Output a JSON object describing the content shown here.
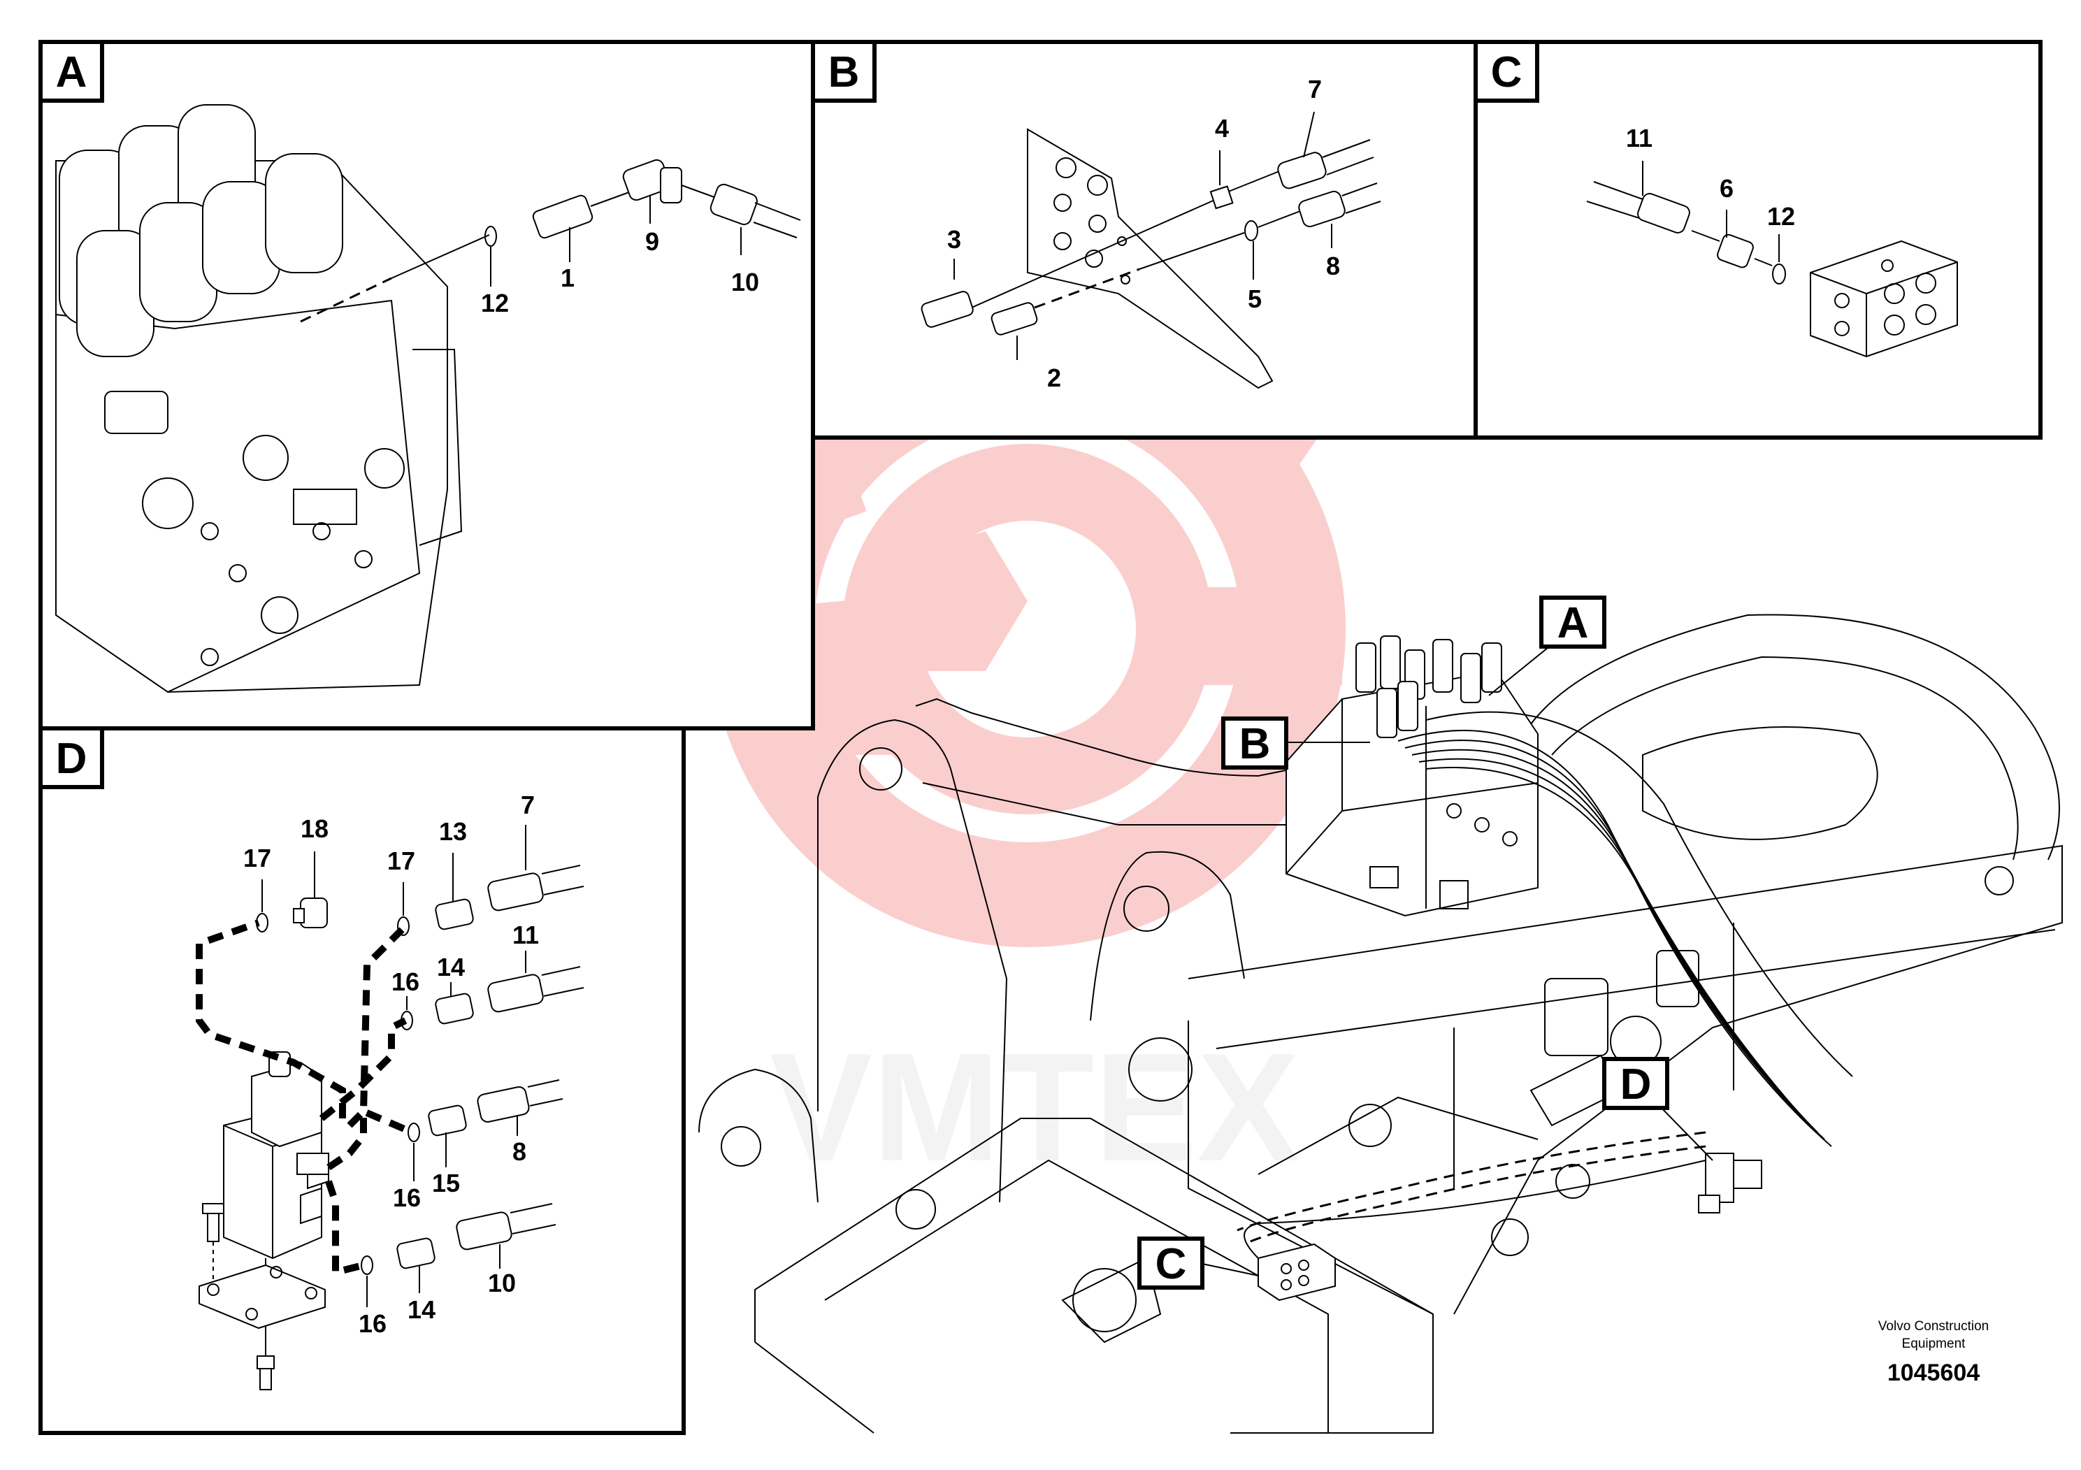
{
  "panels": {
    "A": {
      "tag": "A",
      "callouts": [
        {
          "id": "12",
          "text": "12"
        },
        {
          "id": "1",
          "text": "1"
        },
        {
          "id": "9",
          "text": "9"
        },
        {
          "id": "10",
          "text": "10"
        }
      ]
    },
    "B": {
      "tag": "B",
      "callouts": [
        {
          "id": "3",
          "text": "3"
        },
        {
          "id": "2",
          "text": "2"
        },
        {
          "id": "4",
          "text": "4"
        },
        {
          "id": "7",
          "text": "7"
        },
        {
          "id": "5",
          "text": "5"
        },
        {
          "id": "8",
          "text": "8"
        }
      ]
    },
    "C": {
      "tag": "C",
      "callouts": [
        {
          "id": "11",
          "text": "11"
        },
        {
          "id": "6",
          "text": "6"
        },
        {
          "id": "12",
          "text": "12"
        }
      ]
    },
    "D": {
      "tag": "D",
      "callouts": [
        {
          "id": "17a",
          "text": "17"
        },
        {
          "id": "18",
          "text": "18"
        },
        {
          "id": "17b",
          "text": "17"
        },
        {
          "id": "13",
          "text": "13"
        },
        {
          "id": "7",
          "text": "7"
        },
        {
          "id": "16a",
          "text": "16"
        },
        {
          "id": "14a",
          "text": "14"
        },
        {
          "id": "11",
          "text": "11"
        },
        {
          "id": "16b",
          "text": "16"
        },
        {
          "id": "15",
          "text": "15"
        },
        {
          "id": "8",
          "text": "8"
        },
        {
          "id": "16c",
          "text": "16"
        },
        {
          "id": "14b",
          "text": "14"
        },
        {
          "id": "10",
          "text": "10"
        }
      ]
    }
  },
  "main_view_tags": {
    "A": "A",
    "B": "B",
    "C": "C",
    "D": "D"
  },
  "footer": {
    "company_line1": "Volvo Construction",
    "company_line2": "Equipment",
    "drawing_number": "1045604"
  },
  "watermark": {
    "text": "VMTEX",
    "color": "#ee3333"
  }
}
